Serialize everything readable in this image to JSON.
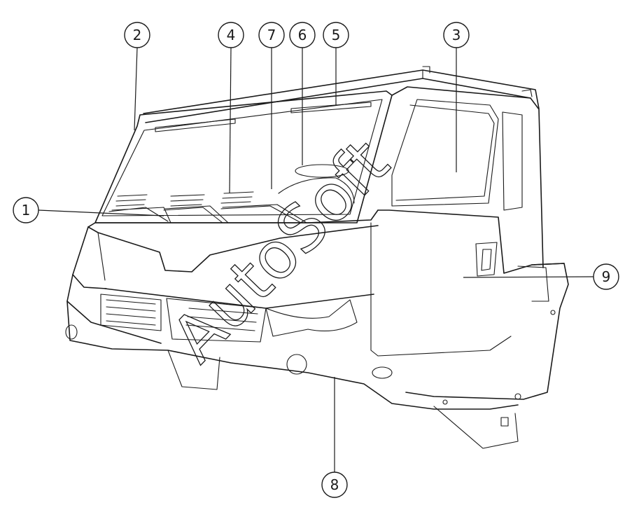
{
  "callouts": [
    {
      "id": "c1",
      "label": "1"
    },
    {
      "id": "c2",
      "label": "2"
    },
    {
      "id": "c3",
      "label": "3"
    },
    {
      "id": "c4",
      "label": "4"
    },
    {
      "id": "c5",
      "label": "5"
    },
    {
      "id": "c6",
      "label": "6"
    },
    {
      "id": "c7",
      "label": "7"
    },
    {
      "id": "c8",
      "label": "8"
    },
    {
      "id": "c9",
      "label": "9"
    }
  ],
  "watermark": {
    "text": "AutoSoft"
  },
  "colors": {
    "line": "#1a1a1a",
    "background": "#ffffff"
  }
}
